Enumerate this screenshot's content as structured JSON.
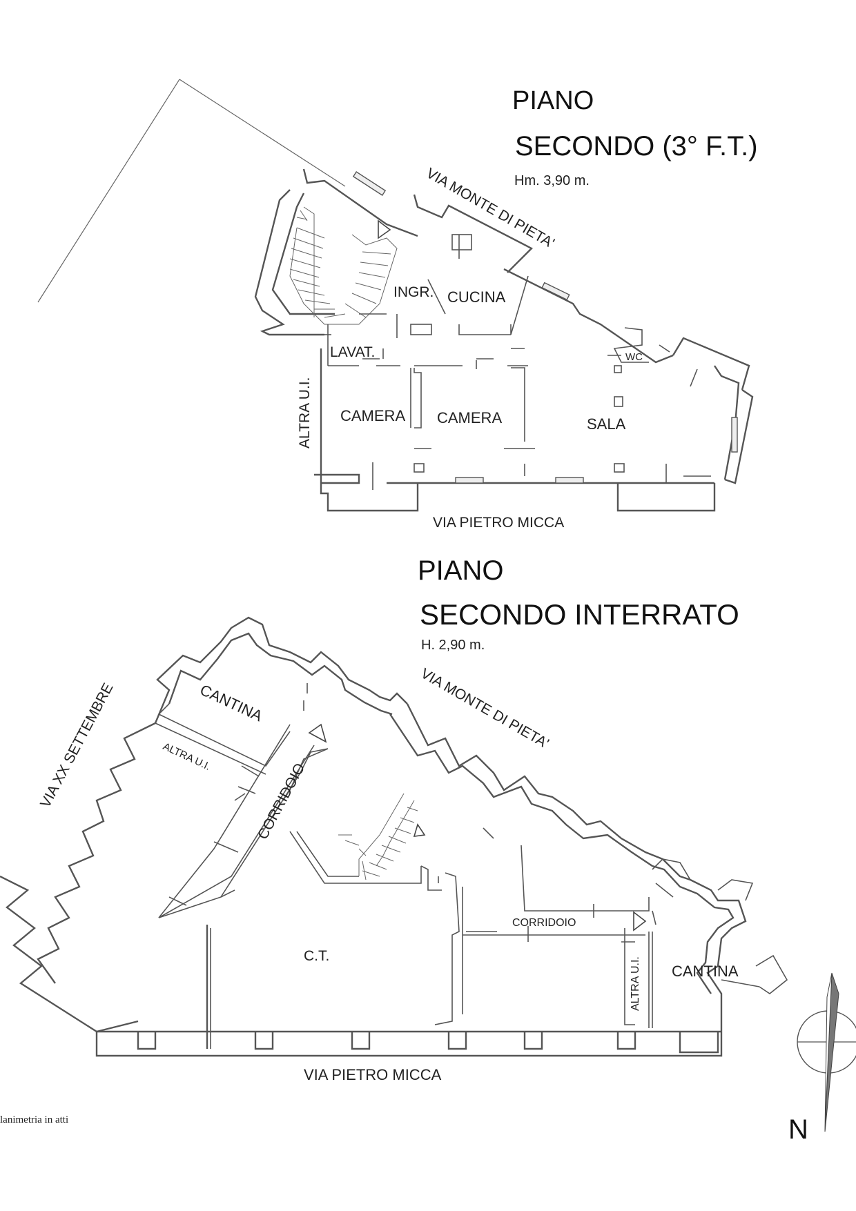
{
  "upper_floor": {
    "title_line1": "PIANO",
    "title_line2": "SECONDO (3° F.T.)",
    "height_note": "Hm. 3,90 m.",
    "street_top": "VIA MONTE DI PIETA'",
    "street_bottom": "VIA PIETRO MICCA",
    "rooms": {
      "ingresso": "INGR.",
      "cucina": "CUCINA",
      "lavat": "LAVAT.",
      "wc": "WC",
      "camera_1": "CAMERA",
      "camera_2": "CAMERA",
      "sala": "SALA",
      "altra_ui": "ALTRA U.I."
    }
  },
  "lower_floor": {
    "title_line1": "PIANO",
    "title_line2": "SECONDO INTERRATO",
    "height_note": "H. 2,90 m.",
    "street_top": "VIA MONTE DI PIETA'",
    "street_left": "VIA XX SETTEMBRE",
    "street_bottom": "VIA PIETRO MICCA",
    "rooms": {
      "cantina_1": "CANTINA",
      "altra_ui_1": "ALTRA U.I.",
      "corridoio_1": "CORRIDOIO",
      "ct": "C.T.",
      "corridoio_2": "CORRIDOIO",
      "altra_ui_2": "ALTRA U.I.",
      "cantina_2": "CANTINA"
    }
  },
  "footer": {
    "note": "lanimetria in atti",
    "north": "N"
  }
}
